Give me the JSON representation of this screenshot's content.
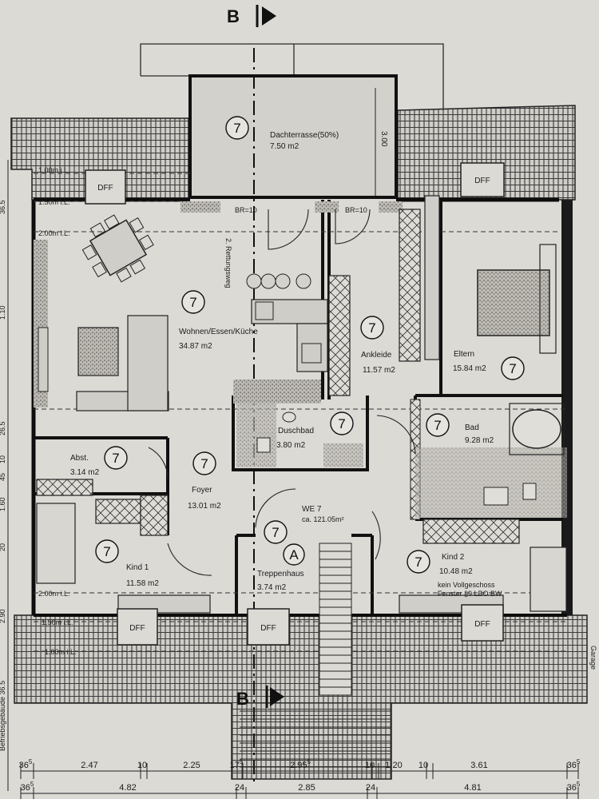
{
  "section_marks": {
    "letter": "B"
  },
  "rooms": [
    {
      "name": "Dachterrasse(50%)",
      "area": "7.50 m2",
      "badge": "7"
    },
    {
      "name": "Wohnen/Essen/Küche",
      "area": "34.87 m2",
      "badge": "7"
    },
    {
      "name": "Ankleide",
      "area": "11.57 m2",
      "badge": "7"
    },
    {
      "name": "Eltern",
      "area": "15.84 m2",
      "badge": "7"
    },
    {
      "name": "Duschbad",
      "area": "3.80 m2",
      "badge": "7"
    },
    {
      "name": "Bad",
      "area": "9.28 m2",
      "badge": "7"
    },
    {
      "name": "Abst.",
      "area": "3.14 m2",
      "badge": "7"
    },
    {
      "name": "Foyer",
      "area": "13.01 m2",
      "badge": "7"
    },
    {
      "name": "Kind 1",
      "area": "11.58 m2",
      "badge": "7"
    },
    {
      "name": "Treppenhaus",
      "area": "3.74 m2",
      "badge": "7"
    },
    {
      "name": "Kind 2",
      "area": "10.48 m2",
      "badge": "7"
    }
  ],
  "unit_label": {
    "name": "WE 7",
    "total": "ca. 121.05m²"
  },
  "stair_badge": "A",
  "dff_label": "DFF",
  "escape_route": "2. Rettungsweg",
  "door_marks": [
    "BR=10",
    "BR=10"
  ],
  "height_marks": [
    "1.00m i.L.",
    "1.50m i.L.",
    "2.00m i.L."
  ],
  "height_marks_lower": [
    "2.00m i.L.",
    "1.50m i.L.",
    "1.00m i.L."
  ],
  "terrace_depth": "3.00",
  "kind2_note": [
    "kein Vollgeschoss",
    "Fenster §9 LBO BW"
  ],
  "left_margin": [
    "36.5",
    "1.10",
    "26.5",
    "10",
    "45",
    "1.60",
    "20",
    "2.90",
    "Befriebsgebäude 36.5"
  ],
  "right_margin": "Garage",
  "dims_top": [
    {
      "base": "36",
      "sup": "5"
    },
    {
      "base": "2.47",
      "sup": ""
    },
    {
      "base": "10",
      "sup": ""
    },
    {
      "base": "2.25",
      "sup": ""
    },
    {
      "base": "17",
      "sup": "5"
    },
    {
      "base": "2.95",
      "sup": "5"
    },
    {
      "base": "10",
      "sup": ""
    },
    {
      "base": "1.20",
      "sup": ""
    },
    {
      "base": "10",
      "sup": ""
    },
    {
      "base": "3.61",
      "sup": ""
    },
    {
      "base": "36",
      "sup": "5"
    }
  ],
  "dims_bottom": [
    {
      "base": "36",
      "sup": "5"
    },
    {
      "base": "4.82",
      "sup": ""
    },
    {
      "base": "24",
      "sup": ""
    },
    {
      "base": "2.85",
      "sup": ""
    },
    {
      "base": "24",
      "sup": ""
    },
    {
      "base": "4.81",
      "sup": ""
    },
    {
      "base": "36",
      "sup": "5"
    }
  ]
}
